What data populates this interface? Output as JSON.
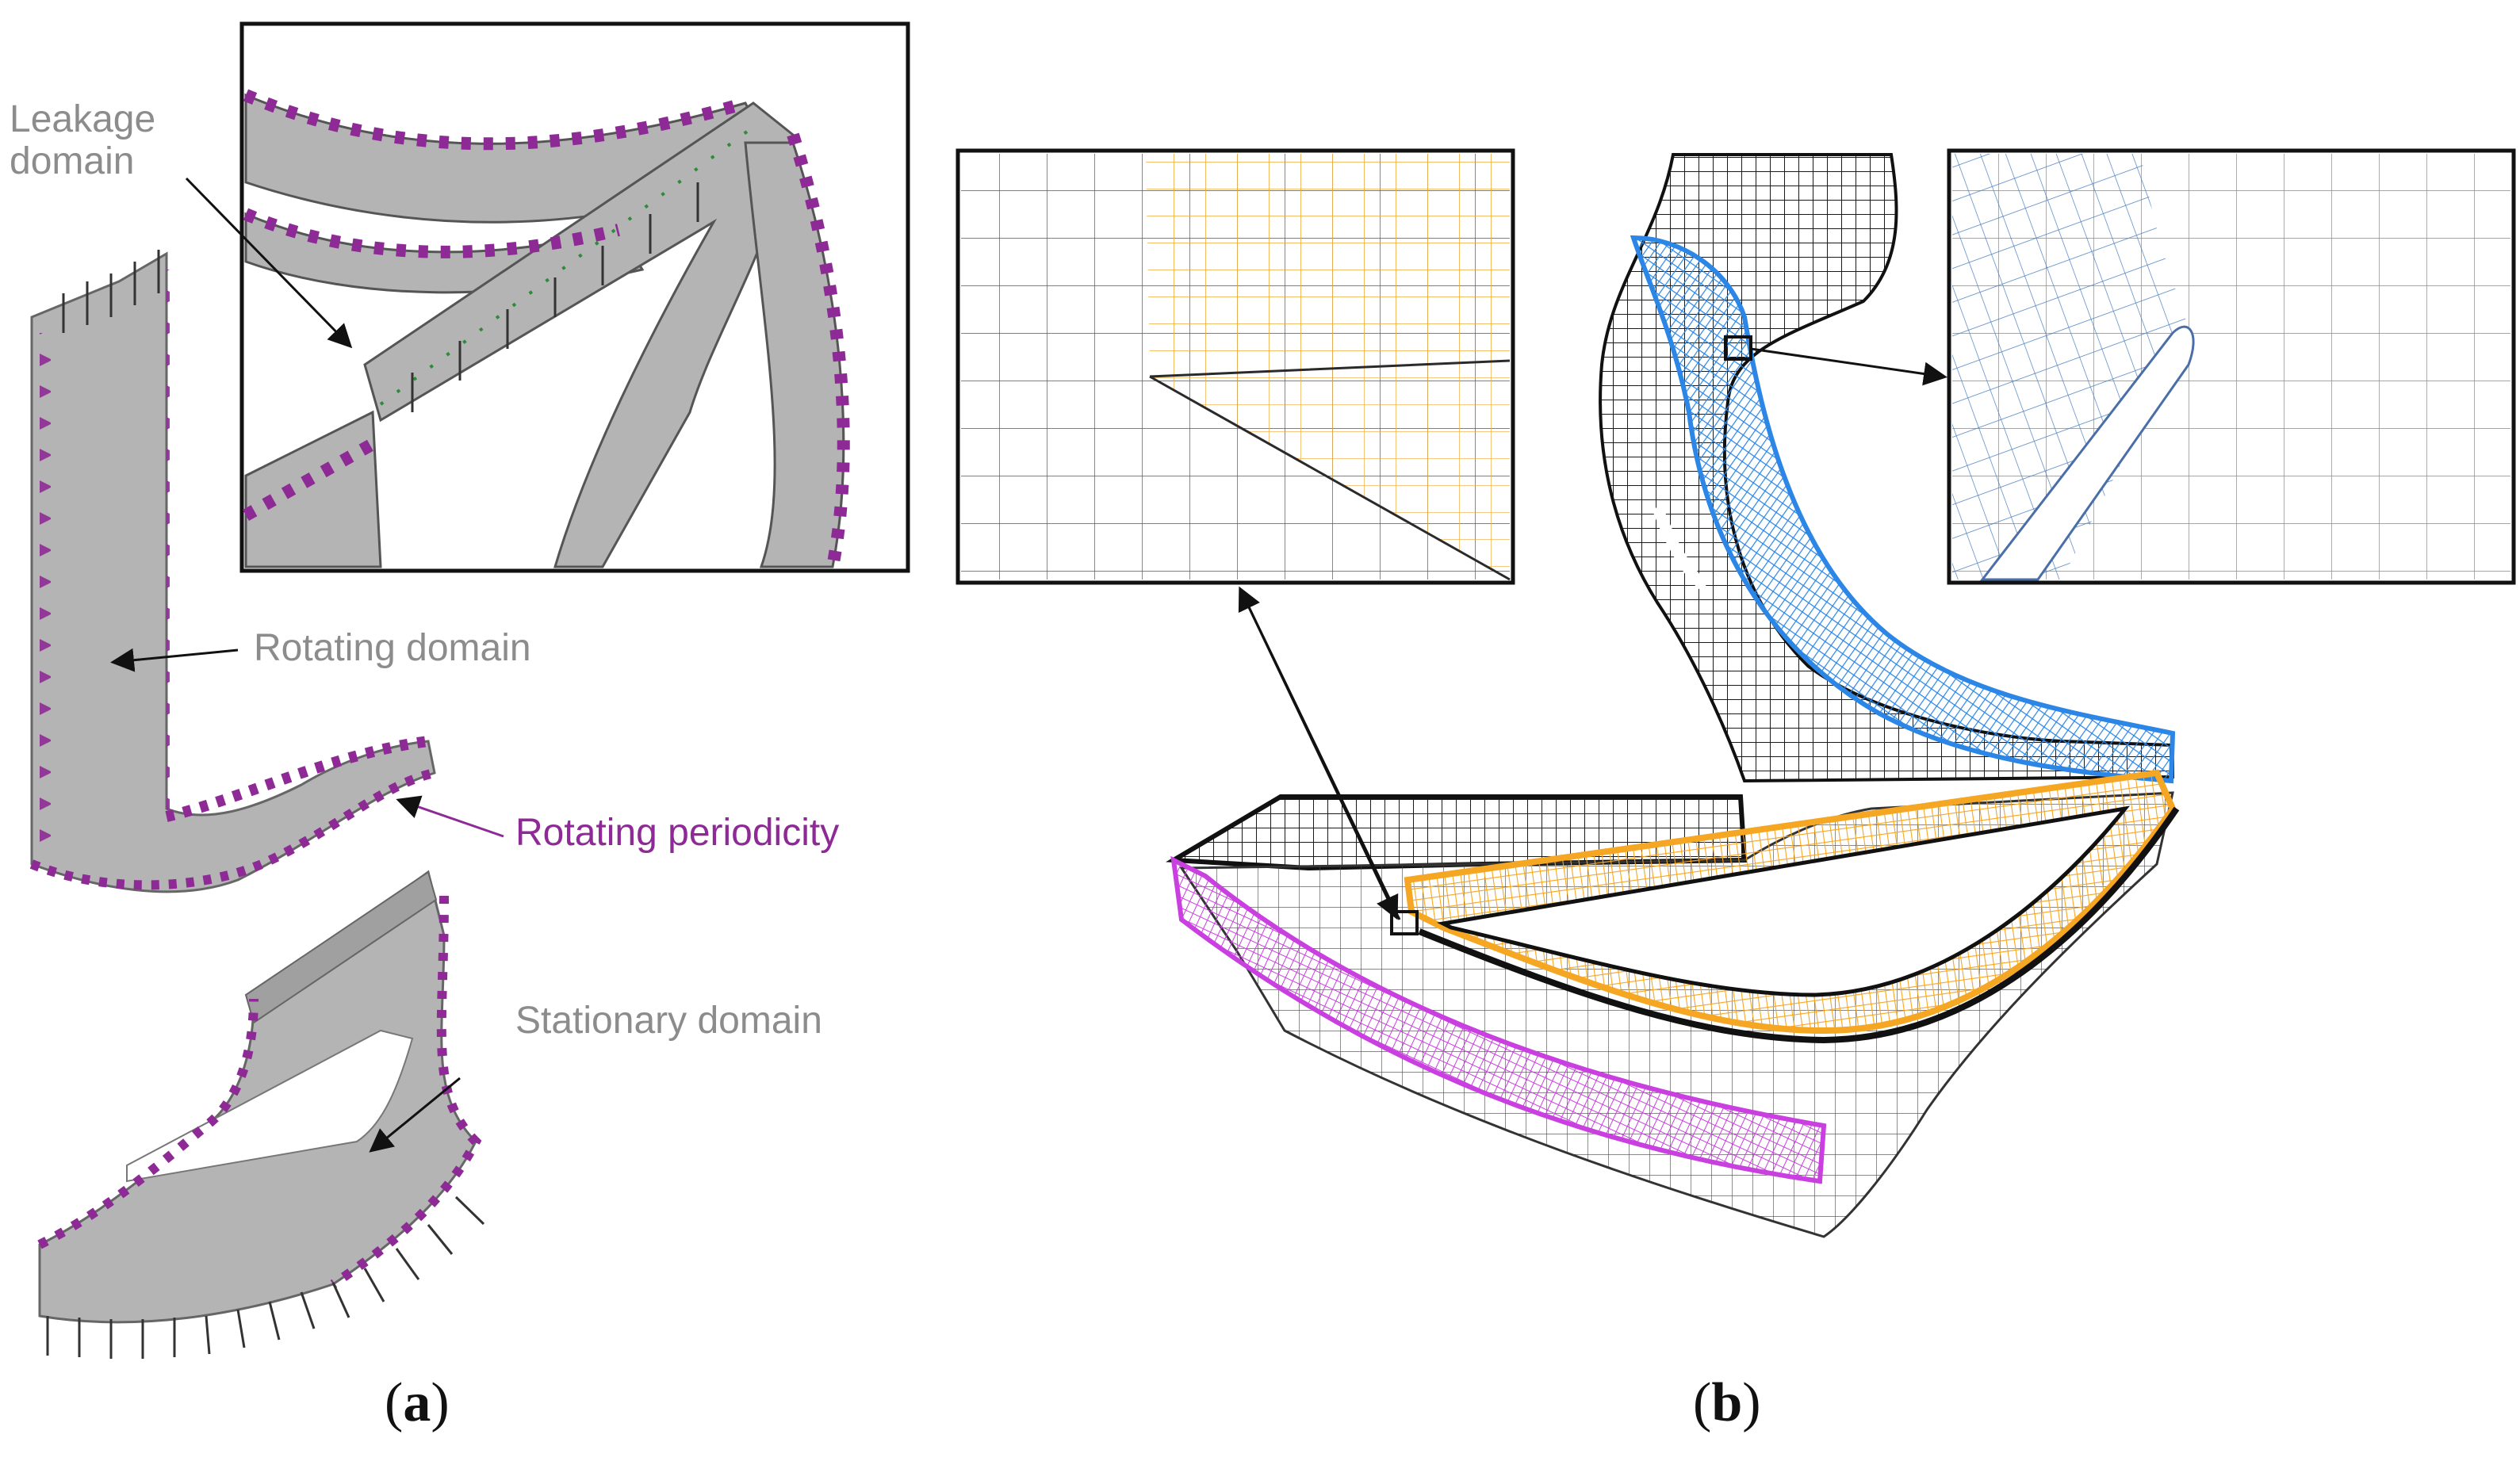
{
  "panel_a": {
    "caption_open": "(",
    "caption_letter": "a",
    "caption_close": ")",
    "labels": {
      "leakage_line1": "Leakage",
      "leakage_line2": "domain",
      "rotating_domain": "Rotating domain",
      "rotating_periodicity": "Rotating periodicity",
      "stationary_domain": "Stationary domain"
    }
  },
  "panel_b": {
    "caption_open": "(",
    "caption_letter": "b",
    "caption_close": ")"
  },
  "colors": {
    "domain_fill": "#b4b4b4",
    "periodicity": "#8e2a96",
    "label_gray": "#8c8c8c",
    "mesh_black": "#1a1a1a",
    "mesh_blue": "#2b86e6",
    "mesh_orange": "#f5a623",
    "mesh_magenta": "#c93fe0",
    "arrow": "#111111"
  },
  "icons": {
    "inlet_arrows": "arrow-down-icon",
    "periodic_markers": "triangle-marker-icon",
    "wall_markers": "dot-marker-icon"
  }
}
